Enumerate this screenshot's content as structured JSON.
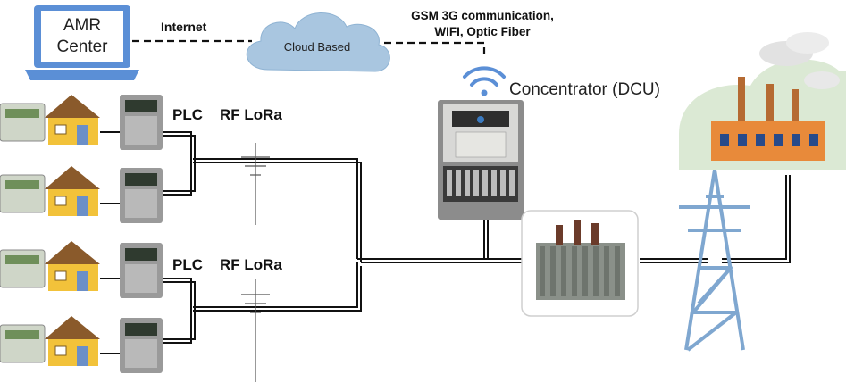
{
  "labels": {
    "amr_center_line1": "AMR",
    "amr_center_line2": "Center",
    "internet": "Internet",
    "cloud": "Cloud Based",
    "comm_line1": "GSM 3G communication,",
    "comm_line2": "WIFI, Optic Fiber",
    "concentrator": "Concentrator (DCU)",
    "plc_top": "PLC",
    "rf_top": "RF LoRa",
    "plc_bottom": "PLC",
    "rf_bottom": "RF LoRa"
  },
  "colors": {
    "laptop_screen": "#5b8fd6",
    "cloud": "#a9c6e0",
    "wifi": "#5b8fd6",
    "house_wall": "#f2c23a",
    "house_roof": "#8a5a2b",
    "tower": "#7fa7d0",
    "factory": "#e88a3a"
  }
}
